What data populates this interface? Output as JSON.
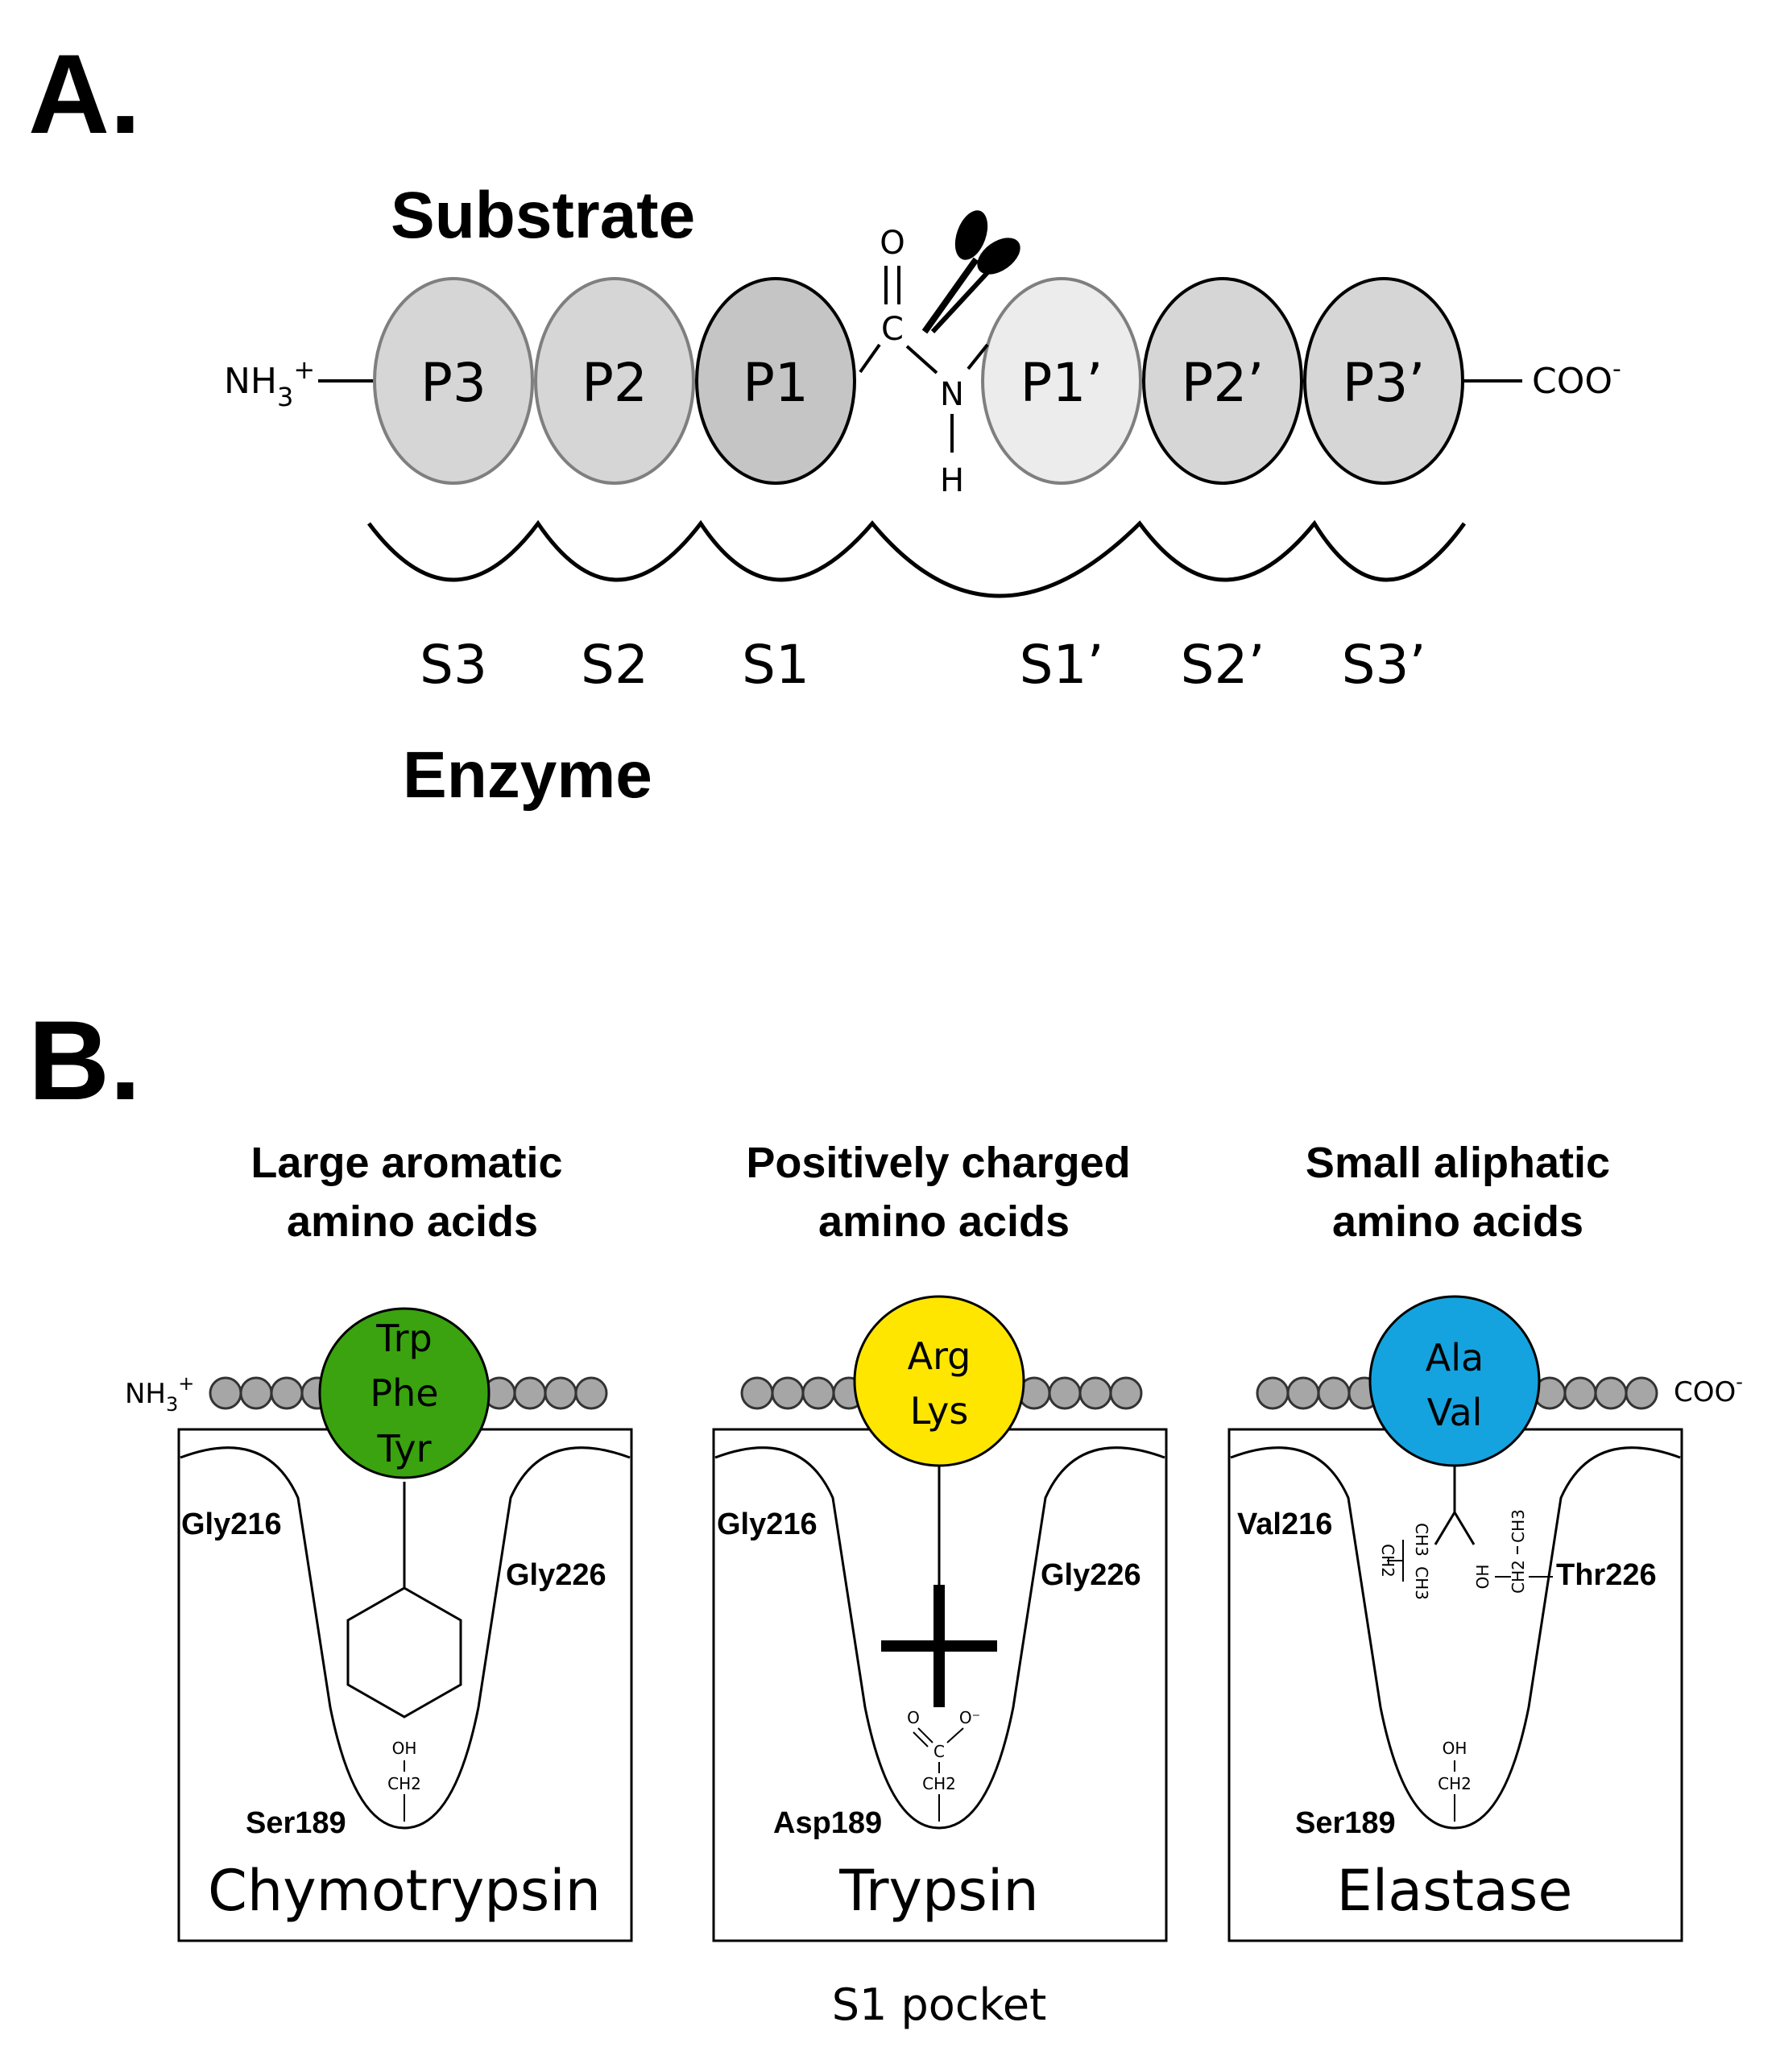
{
  "panel_a": {
    "letter": "A.",
    "substrate_title": "Substrate",
    "enzyme_title": "Enzyme",
    "n_terminus": "NH3+",
    "c_terminus": "COO-",
    "residues": [
      "P3",
      "P2",
      "P1",
      "P1’",
      "P2’",
      "P3’"
    ],
    "residue_colors": [
      "#d6d6d6",
      "#d6d6d6",
      "#c5c5c5",
      "#ececec",
      "#d6d6d6",
      "#d6d6d6"
    ],
    "carbonyl_o": "O",
    "carbonyl_c": "C",
    "amide_n": "N",
    "amide_h": "H",
    "subsites": [
      "S3",
      "S2",
      "S1",
      "S1’",
      "S2’",
      "S3’"
    ],
    "scissors_icon": "scissors-icon"
  },
  "panel_b": {
    "letter": "B.",
    "n_terminus": "NH3+",
    "c_terminus": "COO-",
    "footer": "S1 pocket",
    "pockets": [
      {
        "category_line1": "Large aromatic",
        "category_line2": "amino acids",
        "amino_acids": [
          "Trp",
          "Phe",
          "Tyr"
        ],
        "circle_color": "#3aa30f",
        "left_residue": "Gly216",
        "right_residue": "Gly226",
        "bottom_residue": "Ser189",
        "bottom_group_top": "OH",
        "bottom_group_bottom": "CH2",
        "enzyme": "Chymotrypsin"
      },
      {
        "category_line1": "Positively charged",
        "category_line2": "amino acids",
        "amino_acids": [
          "Arg",
          "Lys"
        ],
        "circle_color": "#ffe600",
        "left_residue": "Gly216",
        "right_residue": "Gly226",
        "bottom_residue": "Asp189",
        "carboxylate_o1": "O",
        "carboxylate_o2": "O⁻",
        "carboxylate_c": "C",
        "bottom_group_bottom": "CH2",
        "enzyme": "Trypsin"
      },
      {
        "category_line1": "Small aliphatic",
        "category_line2": "amino acids",
        "amino_acids": [
          "Ala",
          "Val"
        ],
        "circle_color": "#14a3de",
        "left_residue": "Val216",
        "right_residue": "Thr226",
        "bottom_residue": "Ser189",
        "val_labels": [
          "CH2",
          "CH3",
          "CH3"
        ],
        "thr_labels": [
          "OH",
          "CH2",
          "CH3"
        ],
        "bottom_group_top": "OH",
        "bottom_group_bottom": "CH2",
        "enzyme": "Elastase"
      }
    ]
  }
}
